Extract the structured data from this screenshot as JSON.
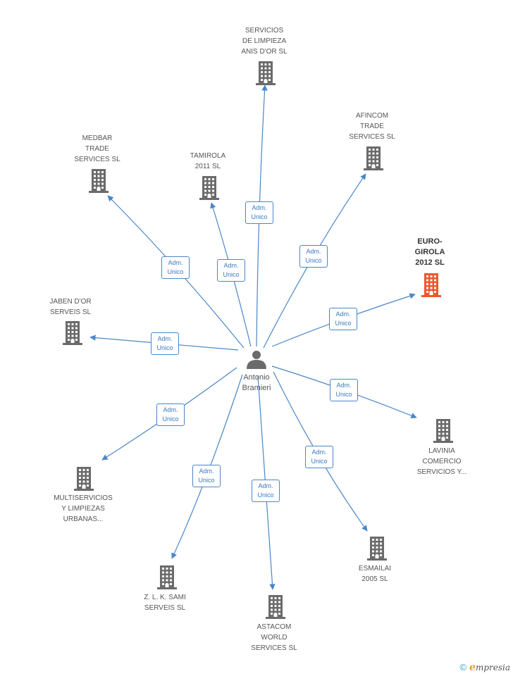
{
  "center": {
    "name_lines": [
      "Antonio",
      "Bramieri"
    ],
    "icon": "person-icon"
  },
  "nodes": [
    {
      "id": "servicios-limpieza",
      "label": "SERVICIOS\nDE LIMPIEZA\nANIS D'OR SL",
      "highlight": false
    },
    {
      "id": "afincom",
      "label": "AFINCOM\nTRADE\nSERVICES SL",
      "highlight": false
    },
    {
      "id": "medbar",
      "label": "MEDBAR\nTRADE\nSERVICES SL",
      "highlight": false
    },
    {
      "id": "tamirola",
      "label": "TAMIROLA\n2011 SL",
      "highlight": false
    },
    {
      "id": "euro-girola",
      "label": "EURO-\nGIROLA\n2012 SL",
      "highlight": true
    },
    {
      "id": "jaben",
      "label": "JABEN D'OR\nSERVEIS SL",
      "highlight": false
    },
    {
      "id": "lavinia",
      "label": "LAVINIA\nCOMERCIO\nSERVICIOS Y...",
      "highlight": false
    },
    {
      "id": "multiservicios",
      "label": "MULTISERVICIOS\nY LIMPIEZAS\nURBANAS...",
      "highlight": false
    },
    {
      "id": "esmailai",
      "label": "ESMAILAI\n2005 SL",
      "highlight": false
    },
    {
      "id": "zlk-sami",
      "label": "Z.  L. K. SAMI\nSERVEIS SL",
      "highlight": false
    },
    {
      "id": "astacom",
      "label": "ASTACOM\nWORLD\nSERVICES SL",
      "highlight": false
    }
  ],
  "edge_label": {
    "line1": "Adm.",
    "line2": "Unico"
  },
  "colors": {
    "edge": "#4a86c8",
    "building": "#6b6b6b",
    "highlight": "#f0562e",
    "person": "#6b6b6b"
  },
  "footer": {
    "copyright": "©",
    "brand_initial": "e",
    "brand_rest": "mpresia"
  }
}
